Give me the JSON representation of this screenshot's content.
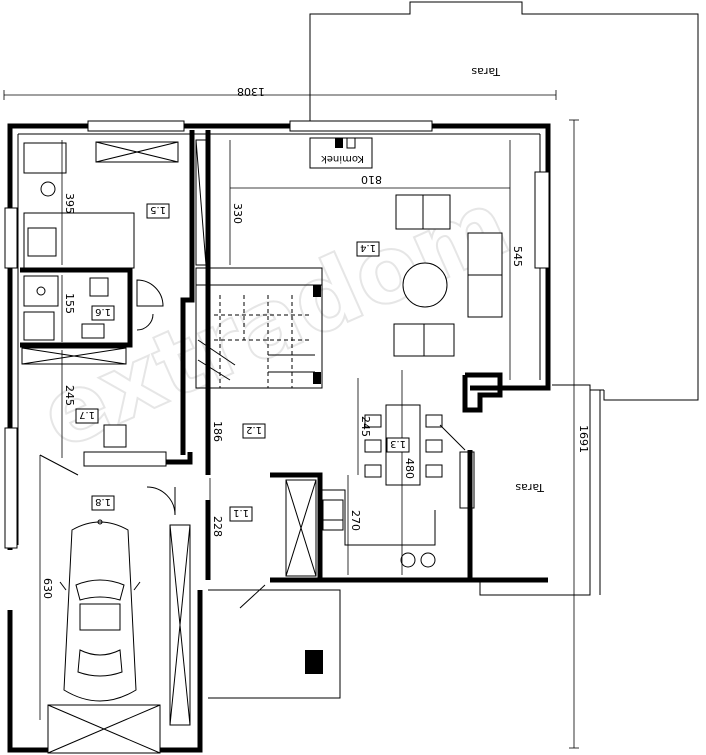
{
  "terraces": {
    "top": "Taras",
    "right": "Taras"
  },
  "fireplace_label": "Kominek",
  "watermark": "extradom",
  "rooms": [
    {
      "id": "1.1"
    },
    {
      "id": "1.2"
    },
    {
      "id": "1.3"
    },
    {
      "id": "1.4"
    },
    {
      "id": "1.5"
    },
    {
      "id": "1.6"
    },
    {
      "id": "1.7"
    },
    {
      "id": "1.8"
    }
  ],
  "dimensions": {
    "overall_width": "1308",
    "overall_height": "1691",
    "living_width": "810",
    "living_height": "545",
    "stair_height": "330",
    "room15_height": "395",
    "room16_height": "155",
    "room17_height": "245",
    "hall_height": "186",
    "dining_height": "245",
    "dining_width": "480",
    "kitchen_height": "270",
    "entry_height": "228",
    "garage_height": "630"
  }
}
